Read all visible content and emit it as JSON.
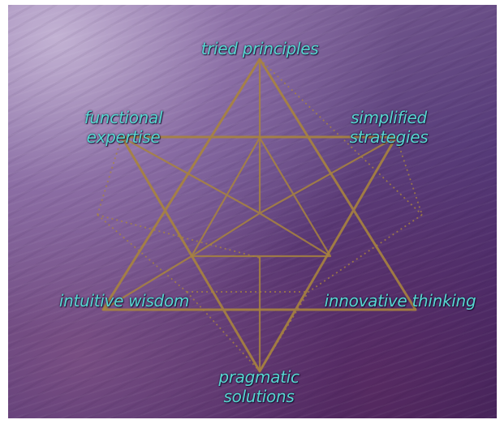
{
  "diagram": {
    "line_color": "#a8833f",
    "label_color": "#57d6d0",
    "background_colors": [
      "#a892bd",
      "#6c5189",
      "#462a68"
    ],
    "labels": {
      "top": [
        "tried principles"
      ],
      "upper_left": [
        "functional",
        "expertise"
      ],
      "upper_right": [
        "simplified",
        "strategies"
      ],
      "lower_left": [
        "intuitive wisdom"
      ],
      "lower_right": [
        "innovative thinking"
      ],
      "bottom": [
        "pragmatic",
        "solutions"
      ]
    }
  }
}
